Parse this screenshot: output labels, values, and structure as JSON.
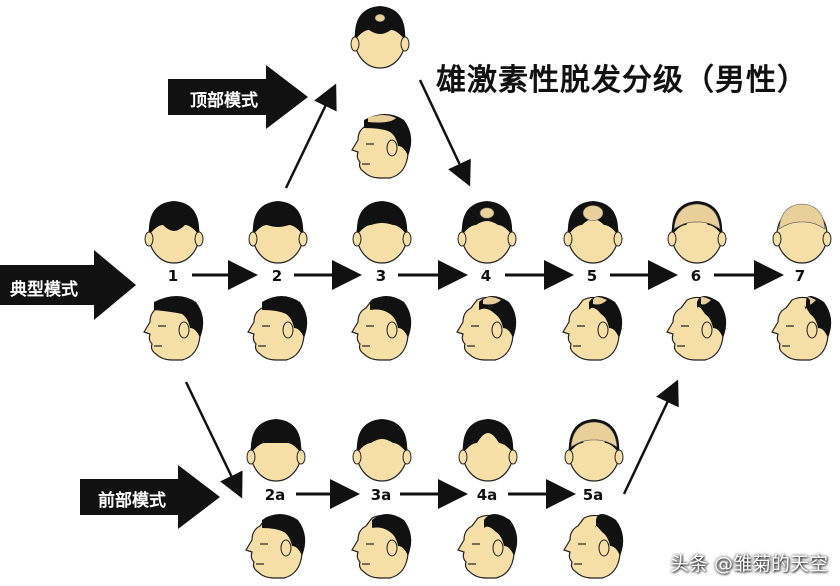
{
  "title": "雄激素性脱发分级（男性）",
  "modes": {
    "vertex": "顶部模式",
    "typical": "典型模式",
    "frontal": "前部模式"
  },
  "stages": {
    "typical": [
      "1",
      "2",
      "3",
      "4",
      "5",
      "6",
      "7"
    ],
    "frontal": [
      "2a",
      "3a",
      "4a",
      "5a"
    ]
  },
  "watermark": "头条 @雏菊的天空",
  "colors": {
    "skin": "#f7dfa8",
    "hair": "#111111",
    "bald_spot": "#e9cf9a",
    "arrow": "#111111"
  }
}
